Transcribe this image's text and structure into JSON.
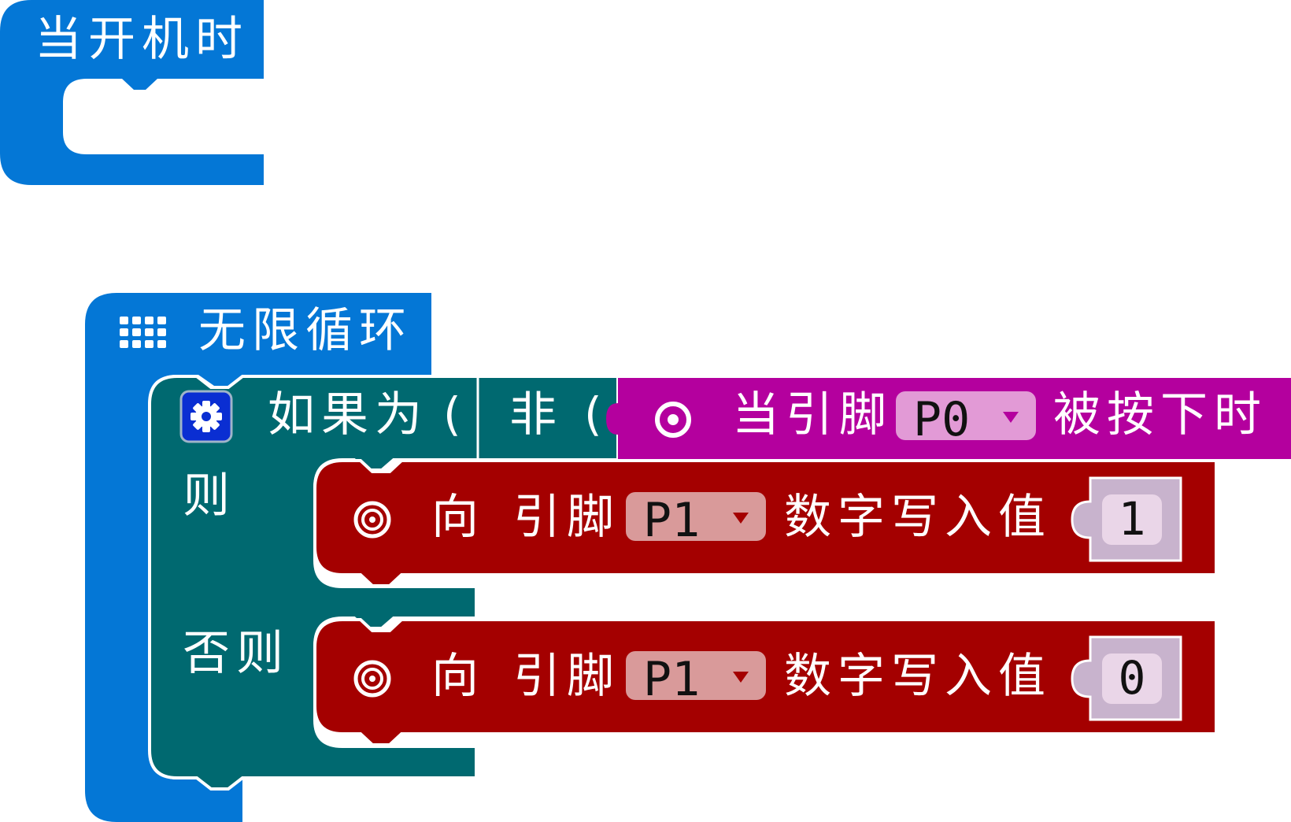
{
  "colors": {
    "basic_blue": "#0477d6",
    "logic_teal": "#006970",
    "input_magenta": "#b4009e",
    "pins_red": "#a40000",
    "pin_dropdown_red": "#d99a9a",
    "pin_dropdown_magenta": "#e29ad6",
    "number_slot": "#c8b3cd",
    "gear_badge": "#0a2ed2"
  },
  "on_start": {
    "label": "当开机时"
  },
  "forever": {
    "icon": "grid-icon",
    "label": "无限循环"
  },
  "if_block": {
    "icon": "gear-icon",
    "if_label": "如果为",
    "then_label": "则",
    "else_label": "否则",
    "not_label": "非",
    "condition": {
      "icon": "target-icon",
      "prefix": "当引脚",
      "pin": "P0",
      "suffix": "被按下时"
    }
  },
  "digital_writes": [
    {
      "icon": "pin-rings-icon",
      "to_label": "向",
      "pin_label": "引脚",
      "pin": "P1",
      "action": "数字写入值",
      "value": "1"
    },
    {
      "icon": "pin-rings-icon",
      "to_label": "向",
      "pin_label": "引脚",
      "pin": "P1",
      "action": "数字写入值",
      "value": "0"
    }
  ]
}
